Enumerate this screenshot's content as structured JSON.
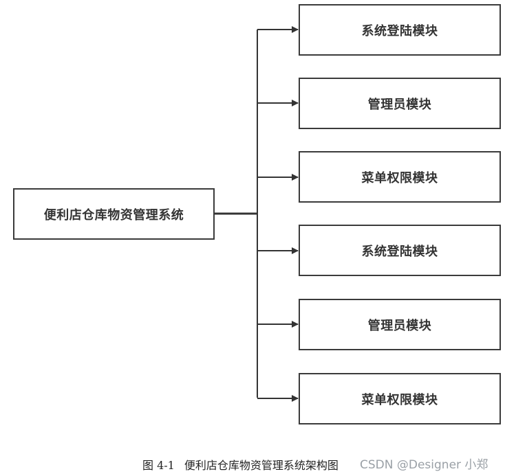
{
  "diagram": {
    "root": {
      "label": "便利店仓库物资管理系统"
    },
    "children": [
      {
        "label": "系统登陆模块"
      },
      {
        "label": "管理员模块"
      },
      {
        "label": "菜单权限模块"
      },
      {
        "label": "系统登陆模块"
      },
      {
        "label": "管理员模块"
      },
      {
        "label": "菜单权限模块"
      }
    ],
    "colors": {
      "line": "#333333",
      "border": "#3a3a3a",
      "text": "#333333"
    }
  },
  "caption": {
    "figure_number": "图 4-1",
    "title": "便利店仓库物资管理系统架构图"
  },
  "watermark": {
    "text": "CSDN @Designer 小郑"
  }
}
